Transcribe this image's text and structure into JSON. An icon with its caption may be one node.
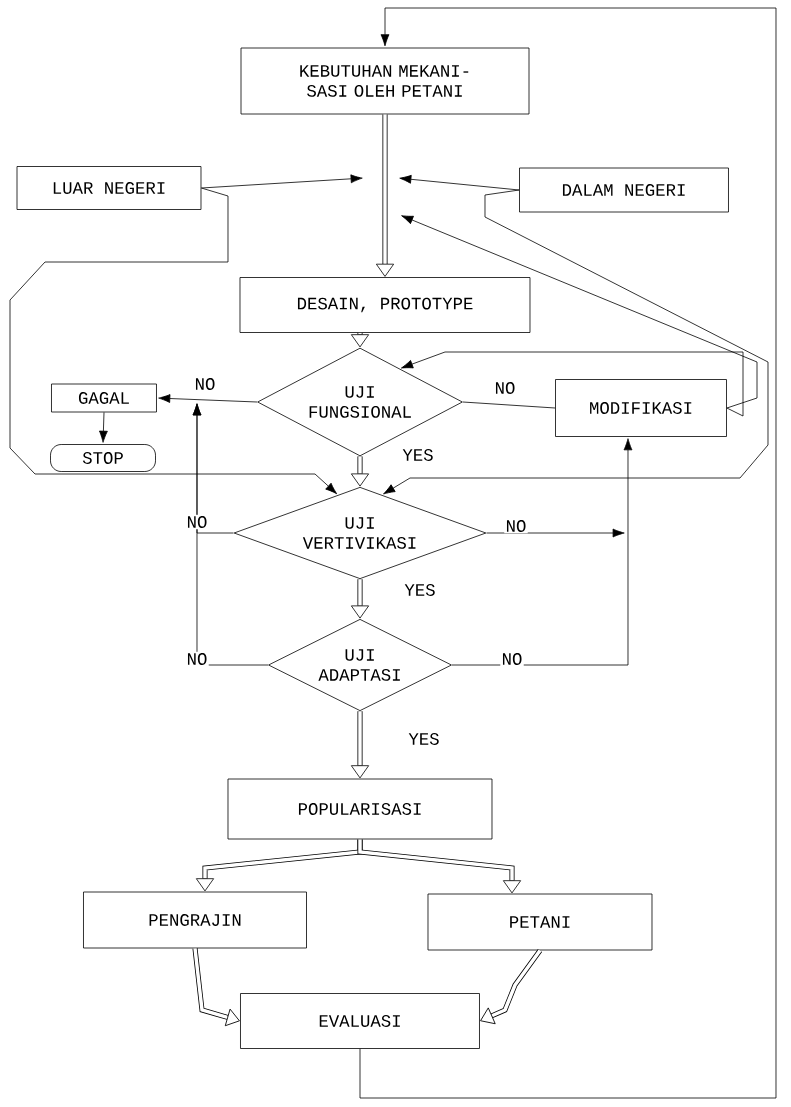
{
  "diagram": {
    "nodes": [
      {
        "text": [
          "KEBUTUHAN MEKANI- SASI OLEH PETANI"
        ]
      },
      {
        "text": [
          "LUAR NEGERI"
        ]
      },
      {
        "text": [
          "DALAM NEGERI"
        ]
      },
      {
        "text": [
          "DESAIN, PROTOTYPE"
        ]
      },
      {
        "text": [
          "UJI FUNGSIONAL"
        ]
      },
      {
        "text": [
          "GAGAL"
        ]
      },
      {
        "text": [
          "STOP"
        ]
      },
      {
        "text": [
          "MODIFIKASI"
        ]
      },
      {
        "text": [
          "UJI VERTIVIKASI"
        ]
      },
      {
        "text": [
          "UJI ADAPTASI"
        ]
      },
      {
        "text": [
          "POPULARISASI"
        ]
      },
      {
        "text": [
          "PENGRAJIN"
        ]
      },
      {
        "text": [
          "PETANI"
        ]
      },
      {
        "text": [
          "EVALUASI"
        ]
      }
    ],
    "edges": [
      {
        "from": 0,
        "to": 3,
        "arrow": "to",
        "style": "thick"
      },
      {
        "from": 1,
        "to": null,
        "arrow": "to"
      },
      {
        "from": 2,
        "to": null,
        "arrow": "to"
      },
      {
        "from": 7,
        "to": null,
        "arrow": "to"
      },
      {
        "from": 2,
        "to": 8,
        "arrow": "to"
      },
      {
        "from": 1,
        "to": 8,
        "arrow": "to"
      },
      {
        "from": 3,
        "to": 4,
        "arrow": "to",
        "style": "thick"
      },
      {
        "from": 7,
        "to": 4,
        "arrow": "to"
      },
      {
        "from": 4,
        "to": 5,
        "arrow": "to",
        "label": "NO"
      },
      {
        "from": 4,
        "to": 7,
        "arrow": "none",
        "label": "NO"
      },
      {
        "from": 5,
        "to": 6,
        "arrow": "to"
      },
      {
        "from": 4,
        "to": 8,
        "arrow": "to",
        "style": "thick",
        "label": "YES"
      },
      {
        "from": 8,
        "to": null,
        "arrow": "to",
        "label": "NO"
      },
      {
        "from": 8,
        "to": null,
        "arrow": "to",
        "label": "NO"
      },
      {
        "from": 8,
        "to": 9,
        "arrow": "to",
        "style": "thick",
        "label": "YES"
      },
      {
        "from": 9,
        "to": 7,
        "arrow": "to",
        "label": "NO"
      },
      {
        "from": 9,
        "to": null,
        "arrow": "to",
        "label": "NO"
      },
      {
        "from": 9,
        "to": 10,
        "arrow": "to",
        "style": "thick",
        "label": "YES"
      },
      {
        "from": 10,
        "to": 11,
        "arrow": "to",
        "style": "thick"
      },
      {
        "from": 10,
        "to": 12,
        "arrow": "to",
        "style": "thick"
      },
      {
        "from": 11,
        "to": 13,
        "arrow": "to",
        "style": "thick"
      },
      {
        "from": 12,
        "to": 13,
        "arrow": "to",
        "style": "thick"
      },
      {
        "from": 13,
        "to": 0,
        "arrow": "to"
      }
    ]
  }
}
